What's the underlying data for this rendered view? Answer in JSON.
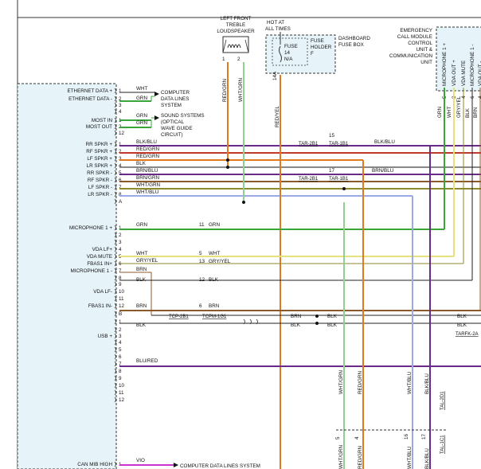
{
  "top": {
    "speaker_title": [
      "LEFT FRONT",
      "TREBLE",
      "LOUDSPEAKER"
    ],
    "speaker_pins": [
      "1",
      "2"
    ],
    "hot_at_all_times": [
      "HOT AT",
      "ALL TIMES"
    ],
    "fuse_label": [
      "FUSE",
      "14",
      "N/A"
    ],
    "fuse_holder": [
      "FUSE",
      "HOLDER",
      "F"
    ],
    "fuse_box": [
      "DASHBOARD",
      "FUSE BOX"
    ],
    "fuse_pin": "14A",
    "ecm_title": [
      "EMERGENCY",
      "CALL MODULE",
      "CONTROL",
      "UNIT &",
      "COMMUNICATION",
      "UNIT"
    ],
    "ecm_pins": [
      {
        "num": "5",
        "name": "MICROPHONE 1 +",
        "wire": "GRN"
      },
      {
        "num": "3",
        "name": "VDA OUT +",
        "wire": "WHT"
      },
      {
        "num": "4",
        "name": "VDA MUTE",
        "wire": "GRY/YEL"
      },
      {
        "num": "6",
        "name": "MICROPHONE 1 -",
        "wire": "BLK"
      },
      {
        "num": "4",
        "name": "VDA OUT -",
        "wire": "BRN"
      }
    ]
  },
  "left_pins": [
    {
      "name": "ETHERNET DATA +",
      "num": "1"
    },
    {
      "name": "ETHERNET DATA -",
      "num": "2"
    },
    {
      "name": "",
      "num": "3"
    },
    {
      "name": "",
      "num": "4"
    },
    {
      "name": "MOST IN",
      "num": "1"
    },
    {
      "name": "MOST OUT",
      "num": "2"
    },
    {
      "name": "",
      "num": "12"
    },
    {
      "name": "RR SPKR +",
      "num": "1"
    },
    {
      "name": "RF SPKR +",
      "num": "2"
    },
    {
      "name": "LF SPKR +",
      "num": "3"
    },
    {
      "name": "LR SPKR +",
      "num": "4"
    },
    {
      "name": "RR SPKR -",
      "num": "5"
    },
    {
      "name": "RF SPKR -",
      "num": "6"
    },
    {
      "name": "LF SPKR -",
      "num": "7"
    },
    {
      "name": "LR SPKR -",
      "num": "8"
    },
    {
      "name": "",
      "num": "A"
    },
    {
      "name": "MICROPHONE 1 +",
      "num": "1"
    },
    {
      "name": "",
      "num": "2"
    },
    {
      "name": "",
      "num": "3"
    },
    {
      "name": "VDA LF+",
      "num": "4"
    },
    {
      "name": "VDA MUTE",
      "num": "5"
    },
    {
      "name": "FBAS1 IN+",
      "num": "6"
    },
    {
      "name": "MICROPHONE 1 -",
      "num": "7"
    },
    {
      "name": "",
      "num": "8"
    },
    {
      "name": "",
      "num": "9"
    },
    {
      "name": "VDA LF-",
      "num": "10"
    },
    {
      "name": "",
      "num": "11"
    },
    {
      "name": "FBAS1 IN-",
      "num": "12"
    },
    {
      "name": "",
      "num": "B"
    },
    {
      "name": "",
      "num": "1"
    },
    {
      "name": "",
      "num": "2"
    },
    {
      "name": "USB +",
      "num": "3"
    },
    {
      "name": "",
      "num": "4"
    },
    {
      "name": "",
      "num": "5"
    },
    {
      "name": "",
      "num": "6"
    },
    {
      "name": "",
      "num": "7"
    },
    {
      "name": "",
      "num": "8"
    },
    {
      "name": "",
      "num": "9"
    },
    {
      "name": "",
      "num": "10"
    },
    {
      "name": "",
      "num": "11"
    },
    {
      "name": "",
      "num": "12"
    },
    {
      "name": "CAN MIB HIGH",
      "num": "1"
    }
  ],
  "wire_labels": {
    "wht": "WHT",
    "grn": "GRN",
    "blk_blu": "BLK/BLU",
    "red_grn": "RED/GRN",
    "blk": "BLK",
    "brn_blu": "BRN/BLU",
    "brn_grn": "BRN/GRN",
    "wht_grn": "WHT/GRN",
    "wht_blu": "WHT/BLU",
    "gry_yel": "GRY/YEL",
    "brn": "BRN",
    "blu_red": "BLU/RED",
    "vio": "VIO",
    "red_yel": "RED/YEL"
  },
  "destinations": {
    "data_lines": [
      "COMPUTER",
      "DATA LINES",
      "SYSTEM"
    ],
    "sound": [
      "SOUND SYSTEMS",
      "(OPTICAL",
      "WAVE GUIDE",
      "CIRCUIT)"
    ],
    "data_lines_bottom": "COMPUTER DATA LINES SYSTEM"
  },
  "connectors": {
    "tar_2b1": "TAR-2B1",
    "tar_1b1": "TAR-1B1",
    "tcp_2b1": "TCP-2B1",
    "tcpm_1g1": "TCPM-1G1",
    "tarfk_2a": "TARFK-2A",
    "tal_2d1": "TAL-2D1",
    "tal_1c1": "TAL-1C1"
  },
  "inline_pins": {
    "p15": "15",
    "p17": "17",
    "p11": "11",
    "p5": "5",
    "p13": "13",
    "p12": "12",
    "p6": "6"
  },
  "bottom": {
    "pins": [
      "5",
      "4",
      "16",
      "17"
    ],
    "labels": [
      "WHT/GRN",
      "RED/GRN",
      "WHT/BLU",
      "BLK/BLU"
    ]
  },
  "colors": {
    "green": "#3aa63a",
    "orange": "#e07a1f",
    "brown": "#8a5a2b",
    "purple": "#6a2a8a",
    "olive": "#8c8a2a",
    "red": "#c0392b",
    "light_green": "#8ed08e",
    "magenta": "#cc33cc",
    "lightblue": "#9aaae8",
    "yellow": "#e8e07a",
    "gray": "#888888",
    "dark": "#222222",
    "panel": "#e6f4fa"
  }
}
